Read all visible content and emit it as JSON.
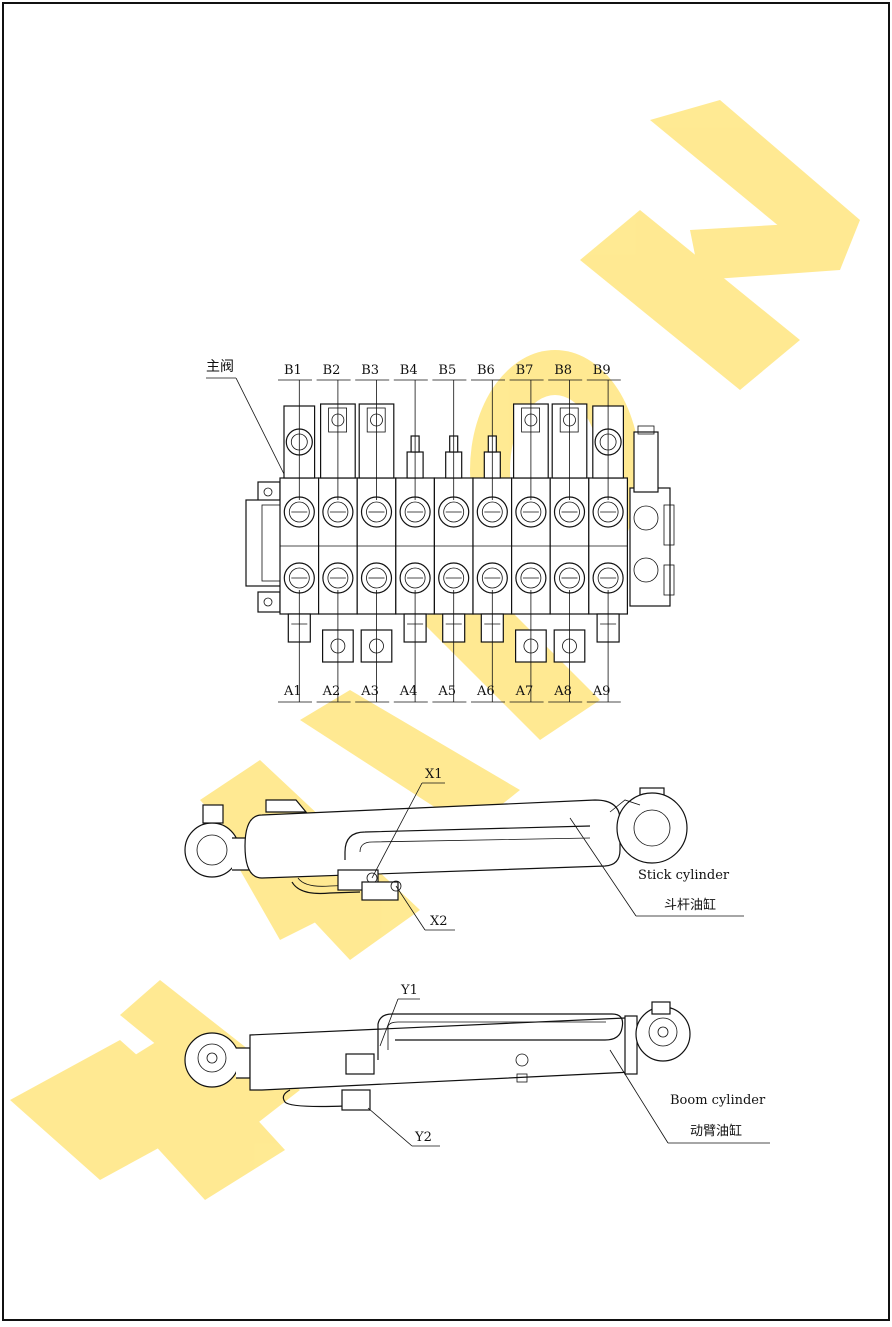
{
  "watermark": {
    "text": "TAIDON",
    "color": "#FFE680"
  },
  "main_valve": {
    "title": "主阀",
    "top_ports": [
      "B1",
      "B2",
      "B3",
      "B4",
      "B5",
      "B6",
      "B7",
      "B8",
      "B9"
    ],
    "bottom_ports": [
      "A1",
      "A2",
      "A3",
      "A4",
      "A5",
      "A6",
      "A7",
      "A8",
      "A9"
    ]
  },
  "stick_cylinder": {
    "port_top": "X1",
    "port_bottom": "X2",
    "name_en": "Stick cylinder",
    "name_cn": "斗杆油缸"
  },
  "boom_cylinder": {
    "port_top": "Y1",
    "port_bottom": "Y2",
    "name_en": "Boom cylinder",
    "name_cn": "动臂油缸"
  }
}
